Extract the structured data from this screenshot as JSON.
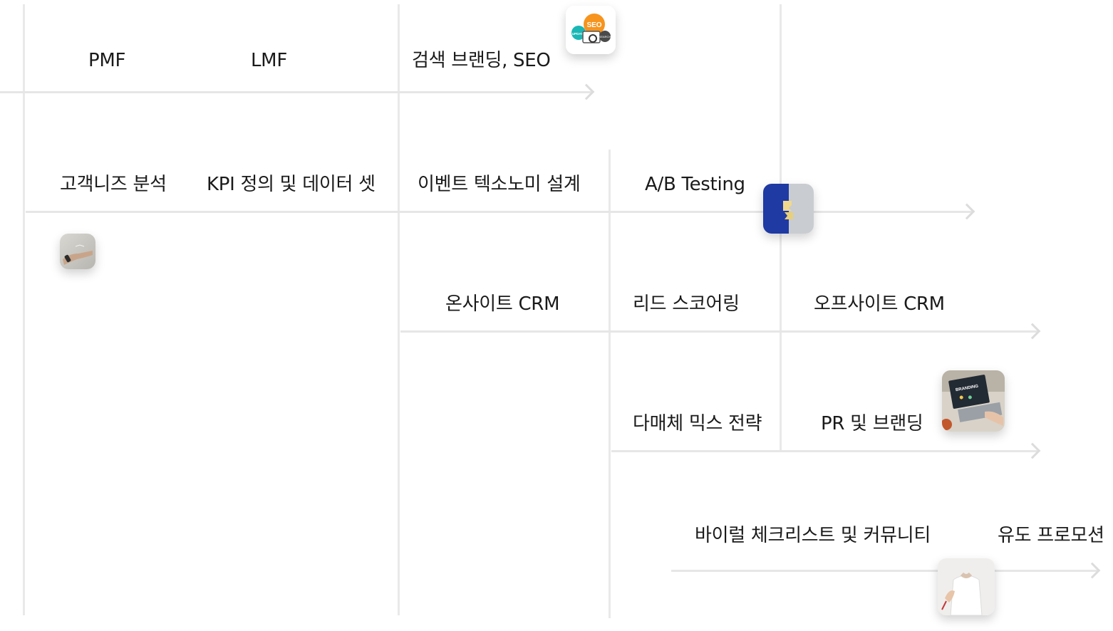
{
  "rows": [
    {
      "items": [
        "PMF",
        "LMF",
        "검색 브랜딩, SEO"
      ]
    },
    {
      "items": [
        "고객니즈 분석",
        "KPI 정의 및 데이터 셋",
        "이벤트 텍소노미 설계",
        "A/B Testing"
      ]
    },
    {
      "items": [
        "온사이트 CRM",
        "리드 스코어링",
        "오프사이트 CRM"
      ]
    },
    {
      "items": [
        "다매체 믹스 전략",
        "PR 및 브랜딩"
      ]
    },
    {
      "items": [
        "바이럴 체크리스트 및 커뮤니티",
        "유도 프로모션"
      ]
    }
  ],
  "icons": {
    "seo": {
      "text": "SEO",
      "subtext": [
        "UPDATE",
        "SEARCH"
      ]
    },
    "branding": {
      "text": "BRANDING"
    }
  },
  "colors": {
    "line": "#e9e9e9",
    "arrow": "#dcdcdc",
    "text": "#1a1a1a",
    "seo_orange": "#f7941d",
    "seo_teal": "#1ab7b5",
    "ab_blue": "#1f3aa3",
    "ab_yellow": "#f0d98c"
  }
}
